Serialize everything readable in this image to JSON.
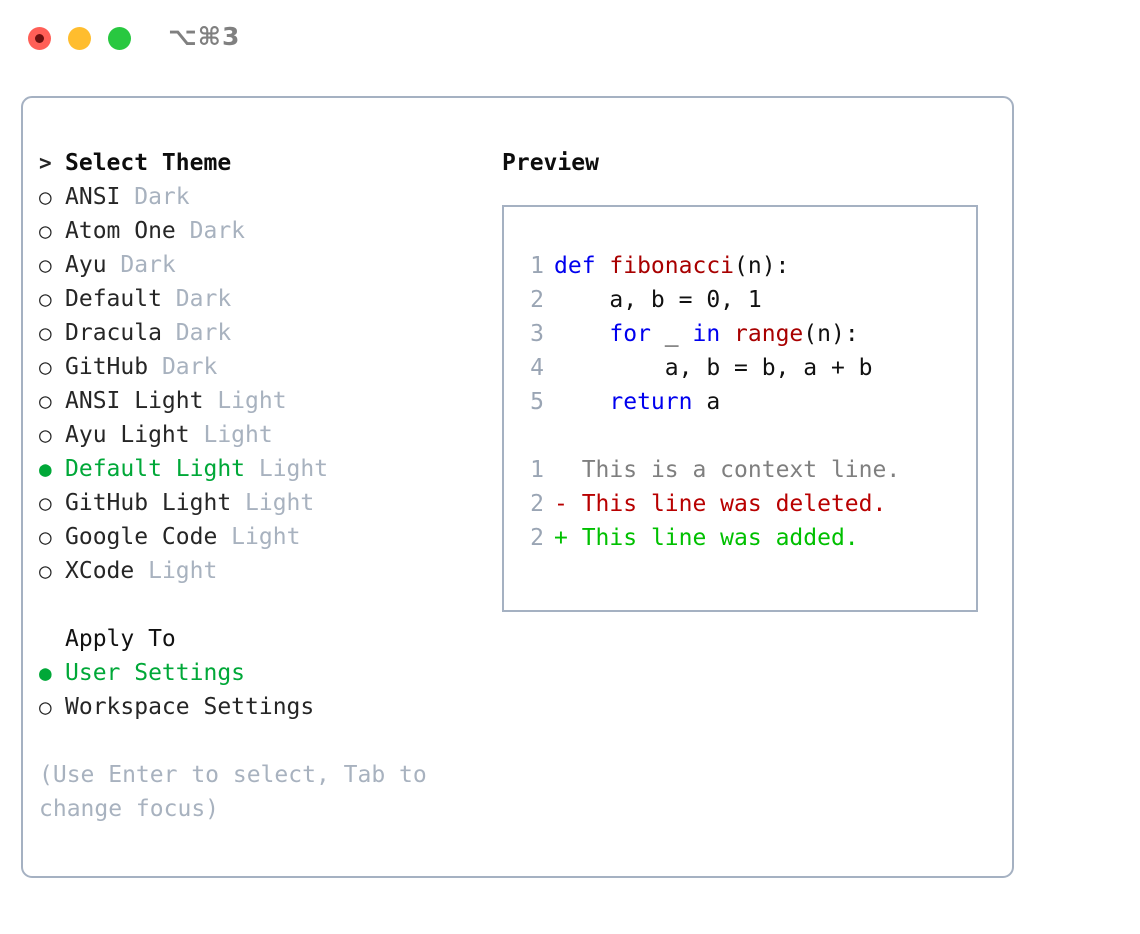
{
  "window": {
    "shortcut": "⌥⌘3",
    "traffic_lights": [
      {
        "name": "close-button",
        "color": "#ff5f57"
      },
      {
        "name": "minimize-button",
        "color": "#ffbd2e"
      },
      {
        "name": "maximize-button",
        "color": "#28c840"
      }
    ],
    "border_color": "#a5b1c2"
  },
  "theme_picker": {
    "header_prompt": ">",
    "header_label": "Select Theme",
    "selected_marker": "●",
    "unselected_marker": "○",
    "accent_color": "#00a838",
    "badge_color": "#a8b2bf",
    "items": [
      {
        "marker": "○",
        "name": "ANSI",
        "badge": "Dark",
        "selected": false
      },
      {
        "marker": "○",
        "name": "Atom One",
        "badge": "Dark",
        "selected": false
      },
      {
        "marker": "○",
        "name": "Ayu",
        "badge": "Dark",
        "selected": false
      },
      {
        "marker": "○",
        "name": "Default",
        "badge": "Dark",
        "selected": false
      },
      {
        "marker": "○",
        "name": "Dracula",
        "badge": "Dark",
        "selected": false
      },
      {
        "marker": "○",
        "name": "GitHub",
        "badge": "Dark",
        "selected": false
      },
      {
        "marker": "○",
        "name": "ANSI Light",
        "badge": "Light",
        "selected": false
      },
      {
        "marker": "○",
        "name": "Ayu Light",
        "badge": "Light",
        "selected": false
      },
      {
        "marker": "●",
        "name": "Default Light",
        "badge": "Light",
        "selected": true
      },
      {
        "marker": "○",
        "name": "GitHub Light",
        "badge": "Light",
        "selected": false
      },
      {
        "marker": "○",
        "name": "Google Code",
        "badge": "Light",
        "selected": false
      },
      {
        "marker": "○",
        "name": "XCode",
        "badge": "Light",
        "selected": false
      }
    ]
  },
  "apply_to": {
    "header_label": "Apply To",
    "items": [
      {
        "marker": "●",
        "name": "User Settings",
        "selected": true
      },
      {
        "marker": "○",
        "name": "Workspace Settings",
        "selected": false
      }
    ]
  },
  "hint": {
    "line1": "(Use Enter to select, Tab to",
    "line2": "change focus)"
  },
  "preview": {
    "title": "Preview",
    "code_lines": [
      {
        "num": "1",
        "tokens": [
          {
            "t": "def ",
            "c": "kw"
          },
          {
            "t": "fibonacci",
            "c": "fn"
          },
          {
            "t": "(n):",
            "c": "plain"
          }
        ]
      },
      {
        "num": "2",
        "tokens": [
          {
            "t": "    a, b = 0, 1",
            "c": "plain"
          }
        ]
      },
      {
        "num": "3",
        "tokens": [
          {
            "t": "    ",
            "c": "plain"
          },
          {
            "t": "for",
            "c": "kw"
          },
          {
            "t": " _ ",
            "c": "plain"
          },
          {
            "t": "in",
            "c": "kw"
          },
          {
            "t": " ",
            "c": "plain"
          },
          {
            "t": "range",
            "c": "fn"
          },
          {
            "t": "(n):",
            "c": "plain"
          }
        ]
      },
      {
        "num": "4",
        "tokens": [
          {
            "t": "        a, b = b, a + b",
            "c": "plain"
          }
        ]
      },
      {
        "num": "5",
        "tokens": [
          {
            "t": "    ",
            "c": "plain"
          },
          {
            "t": "return",
            "c": "kw"
          },
          {
            "t": " a",
            "c": "plain"
          }
        ]
      }
    ],
    "diff_lines": [
      {
        "num": "1",
        "sign": "  ",
        "text": "This is a context line.",
        "kind": "ctx"
      },
      {
        "num": "2",
        "sign": "- ",
        "text": "This line was deleted.",
        "kind": "del"
      },
      {
        "num": "2",
        "sign": "+ ",
        "text": "This line was added.",
        "kind": "add"
      }
    ],
    "colors": {
      "keyword": "#0000ee",
      "function": "#a80000",
      "plain": "#111111",
      "line_number": "#9aa5b4",
      "context": "#7f7f7f",
      "deleted": "#b80000",
      "added": "#00c000"
    }
  }
}
